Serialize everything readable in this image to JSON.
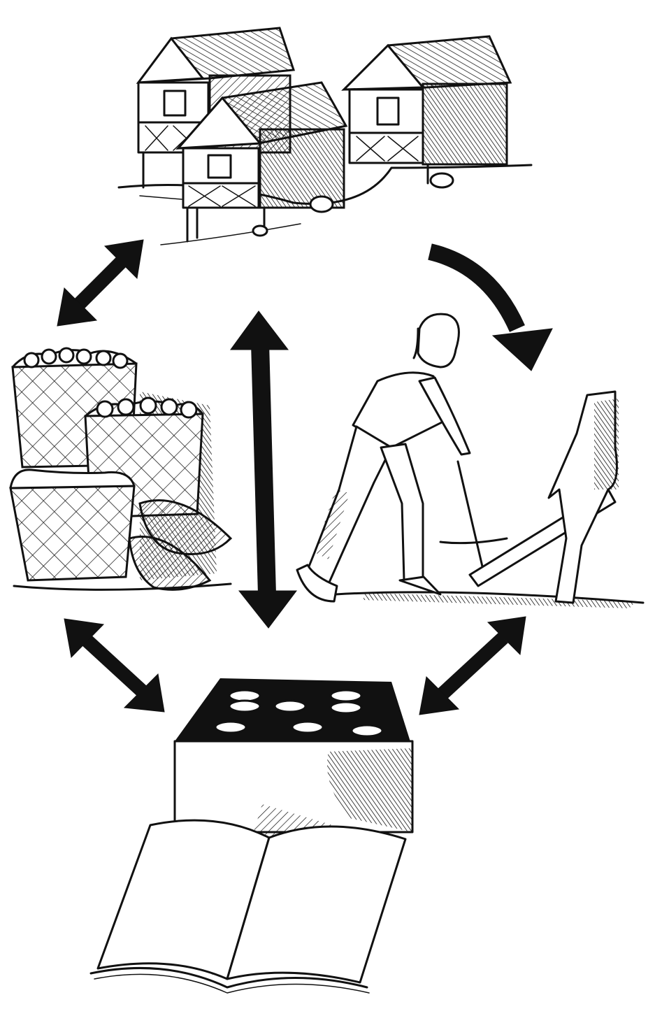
{
  "diagram": {
    "nodes": [
      {
        "id": "houses",
        "icon": "village-houses-icon"
      },
      {
        "id": "farmer",
        "icon": "farmer-plowing-icon"
      },
      {
        "id": "baskets",
        "icon": "harvest-baskets-icon"
      },
      {
        "id": "records",
        "icon": "coin-box-ledger-icon"
      }
    ],
    "edges": [
      {
        "from": "houses",
        "to": "farmer",
        "direction": "one-way"
      },
      {
        "from": "houses",
        "to": "baskets",
        "direction": "two-way"
      },
      {
        "from": "houses",
        "to": "records",
        "direction": "two-way"
      },
      {
        "from": "baskets",
        "to": "records",
        "direction": "two-way"
      },
      {
        "from": "farmer",
        "to": "records",
        "direction": "two-way"
      }
    ],
    "colors": {
      "ink": "#111111",
      "paper": "#ffffff"
    }
  }
}
